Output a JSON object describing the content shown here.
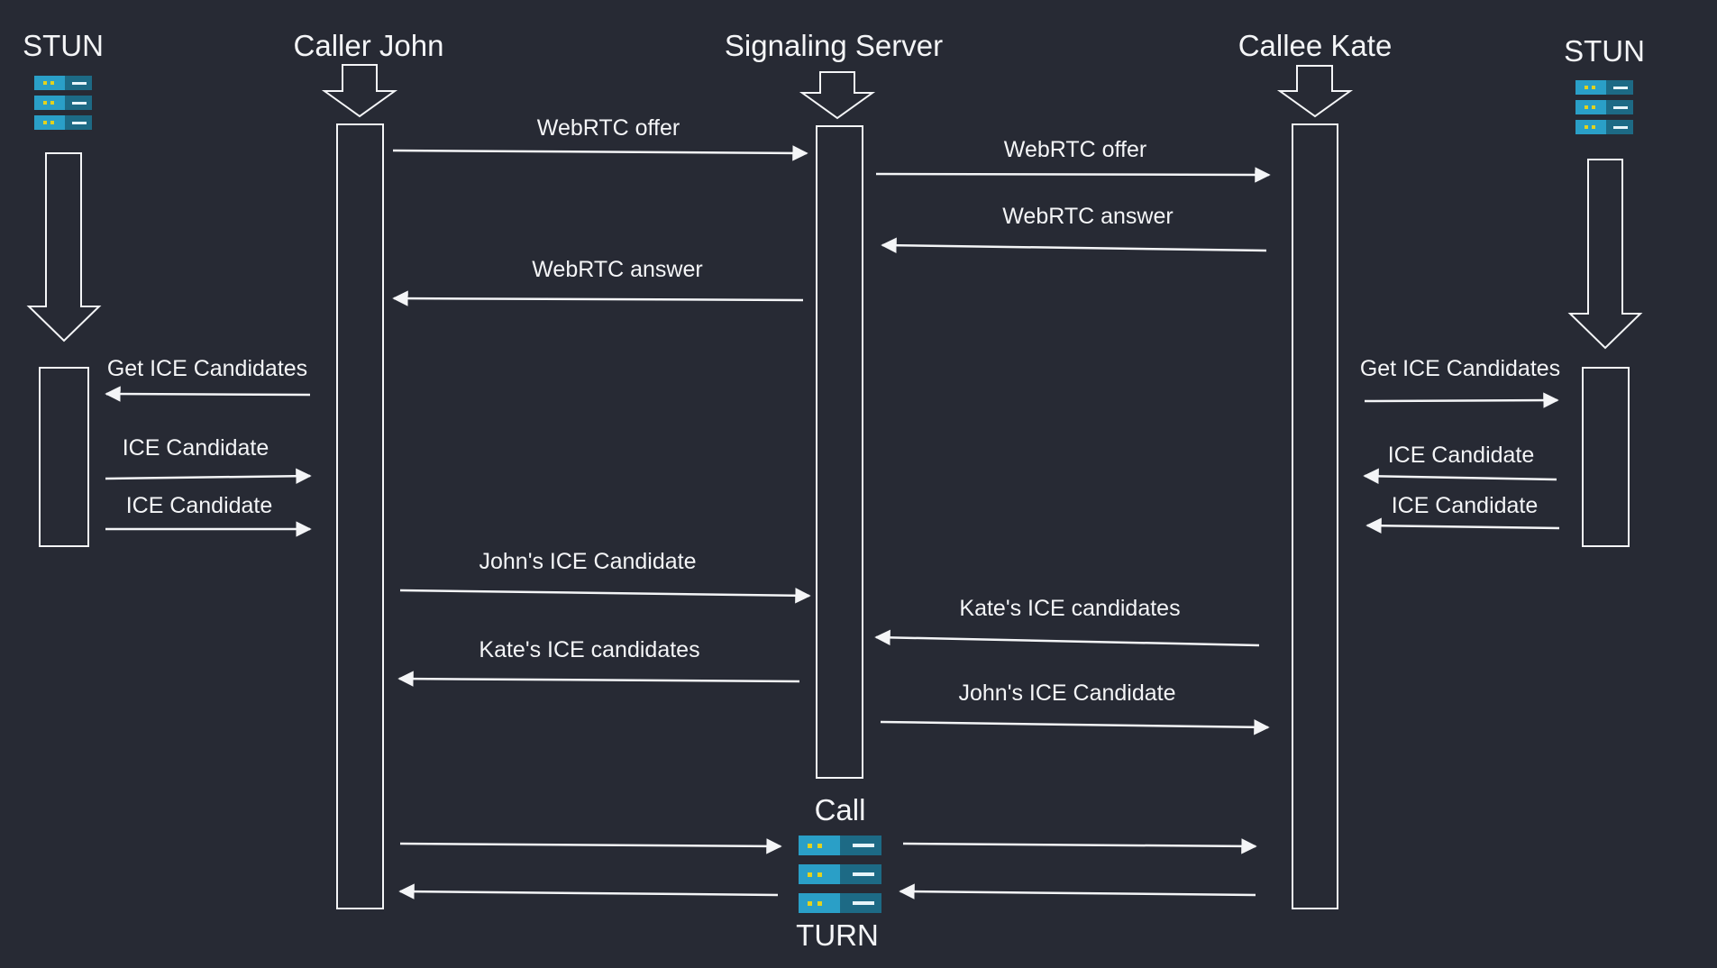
{
  "colors": {
    "background": "#272a34",
    "line": "#f4f5f7",
    "server_dark": "#1d6a85",
    "server_light": "#2a9fc7",
    "server_led": "#e2d21f"
  },
  "actors": {
    "stun_left": "STUN",
    "caller": "Caller John",
    "signaling": "Signaling Server",
    "callee": "Callee Kate",
    "stun_right": "STUN",
    "call": "Call",
    "turn": "TURN"
  },
  "messages": {
    "john_offer": "WebRTC offer",
    "kate_offer": "WebRTC offer",
    "kate_answer": "WebRTC answer",
    "john_answer": "WebRTC answer",
    "john_get_ice": "Get ICE Candidates",
    "john_ice_1": "ICE Candidate",
    "john_ice_2": "ICE Candidate",
    "kate_get_ice": "Get ICE Candidates",
    "kate_ice_1": "ICE Candidate",
    "kate_ice_2": "ICE Candidate",
    "john_ice_to_server": "John's ICE Candidate",
    "kate_ice_to_server": "Kate's ICE candidates",
    "kate_ice_to_john": "Kate's ICE candidates",
    "john_ice_to_kate": "John's ICE Candidate"
  },
  "icons": {
    "stun_left": "server-stack-icon",
    "stun_right": "server-stack-icon",
    "turn": "server-stack-icon"
  }
}
